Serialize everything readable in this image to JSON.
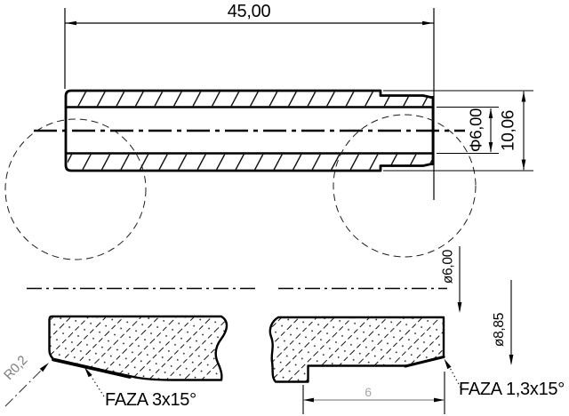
{
  "drawing": {
    "top_view": {
      "length_label": "45,00",
      "bore_dia_label": "Φ6,00",
      "outer_dia_label": "10,06"
    },
    "detail_views": {
      "bore_dia_label": "ø6,00",
      "step_dia_label": "ø8,85",
      "step_length_label": "6",
      "chamfer_left_label": "FAZA 3x15°",
      "chamfer_right_label": "FAZA 1,3x15°",
      "radius_label": "R0,2"
    },
    "colors": {
      "line": "#000000",
      "background": "#ffffff",
      "muted": "#9a9a9a"
    }
  }
}
